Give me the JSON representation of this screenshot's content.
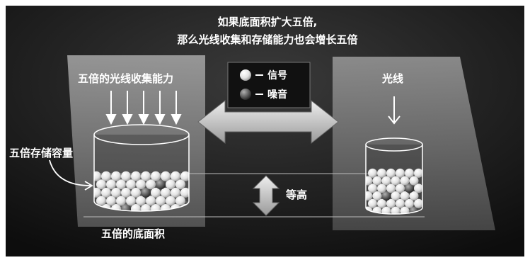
{
  "title": {
    "line1": "如果底面积扩大五倍,",
    "line2": "那么光线收集和存储能力也会增长五倍"
  },
  "labels": {
    "light_capacity": "五倍的光线收集能力",
    "storage_capacity": "五倍存储容量",
    "base_area": "五倍的底面积",
    "same_height": "等高",
    "light": "光线"
  },
  "legend": {
    "signal": "信号",
    "noise": "噪音"
  },
  "colors": {
    "background": "#1a1a1a",
    "beam": "#8c8c8c",
    "signal_ball": "#eeeeee",
    "noise_ball": "#555555",
    "text": "#ffffff"
  }
}
